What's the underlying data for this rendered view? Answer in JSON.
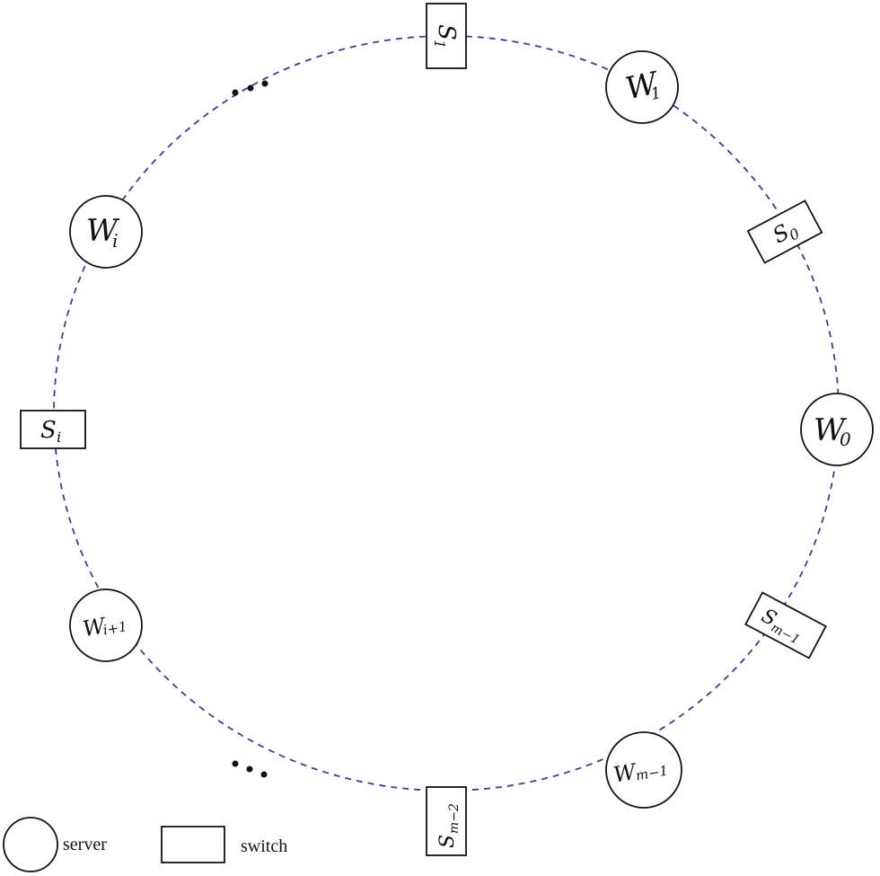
{
  "servers": [
    {
      "id": "w1",
      "base": "W",
      "sub": "1"
    },
    {
      "id": "wi",
      "base": "W",
      "sub": "i"
    },
    {
      "id": "w0",
      "base": "W",
      "sub": "0"
    },
    {
      "id": "wi1",
      "base": "W",
      "sub": "i+1"
    },
    {
      "id": "wm1",
      "base": "W",
      "sub": "m−1"
    }
  ],
  "switches": [
    {
      "id": "s1",
      "base": "S",
      "sub": "1"
    },
    {
      "id": "s0",
      "base": "S",
      "sub": "0"
    },
    {
      "id": "si",
      "base": "S",
      "sub": "i"
    },
    {
      "id": "sm1",
      "base": "S",
      "sub": "m−1"
    },
    {
      "id": "sm2",
      "base": "S",
      "sub": "m−2"
    }
  ],
  "legend": {
    "server_label": "server",
    "switch_label": "switch"
  }
}
